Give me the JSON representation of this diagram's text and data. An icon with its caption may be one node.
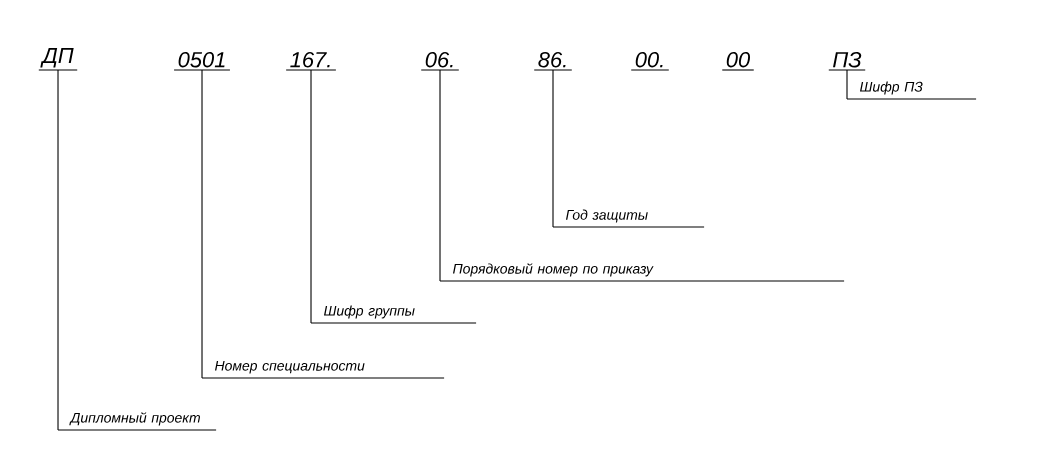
{
  "diagram": {
    "nodes": [
      {
        "text": [
          "ДП"
        ]
      },
      {
        "text": [
          "0501"
        ]
      },
      {
        "text": [
          "167."
        ]
      },
      {
        "text": [
          "06."
        ]
      },
      {
        "text": [
          "86."
        ]
      },
      {
        "text": [
          "00."
        ]
      },
      {
        "text": [
          "00"
        ]
      },
      {
        "text": [
          "ПЗ"
        ]
      },
      {
        "text": [
          "Шифр ПЗ"
        ]
      },
      {
        "text": [
          "Год защиты"
        ]
      },
      {
        "text": [
          "Порядковый номер по приказу"
        ]
      },
      {
        "text": [
          "Шифр группы"
        ]
      },
      {
        "text": [
          "Номер специальности"
        ]
      },
      {
        "text": [
          "Дипломный проект"
        ]
      }
    ],
    "edges": [
      {
        "from": 7,
        "to": 8,
        "arrow": "none"
      },
      {
        "from": 4,
        "to": 9,
        "arrow": "none"
      },
      {
        "from": 3,
        "to": 10,
        "arrow": "none"
      },
      {
        "from": 2,
        "to": 11,
        "arrow": "none"
      },
      {
        "from": 1,
        "to": 12,
        "arrow": "none"
      },
      {
        "from": 0,
        "to": 13,
        "arrow": "none"
      }
    ]
  }
}
